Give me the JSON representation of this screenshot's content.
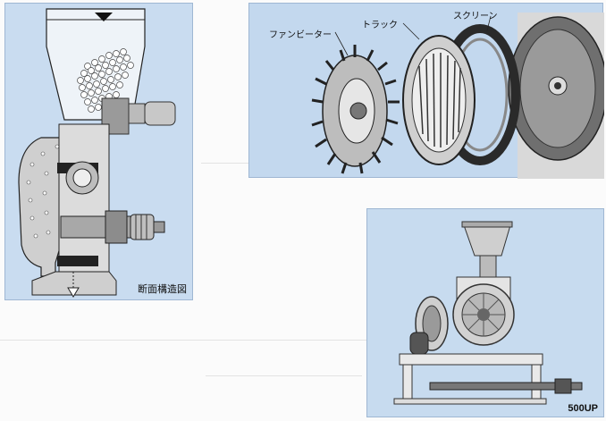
{
  "section_diagram": {
    "caption": "断面構造図"
  },
  "parts_photo": {
    "labels": {
      "fan_beater": "ファンビーター",
      "track": "トラック",
      "screen": "スクリーン"
    }
  },
  "machine_photo": {
    "model": "500UP"
  }
}
